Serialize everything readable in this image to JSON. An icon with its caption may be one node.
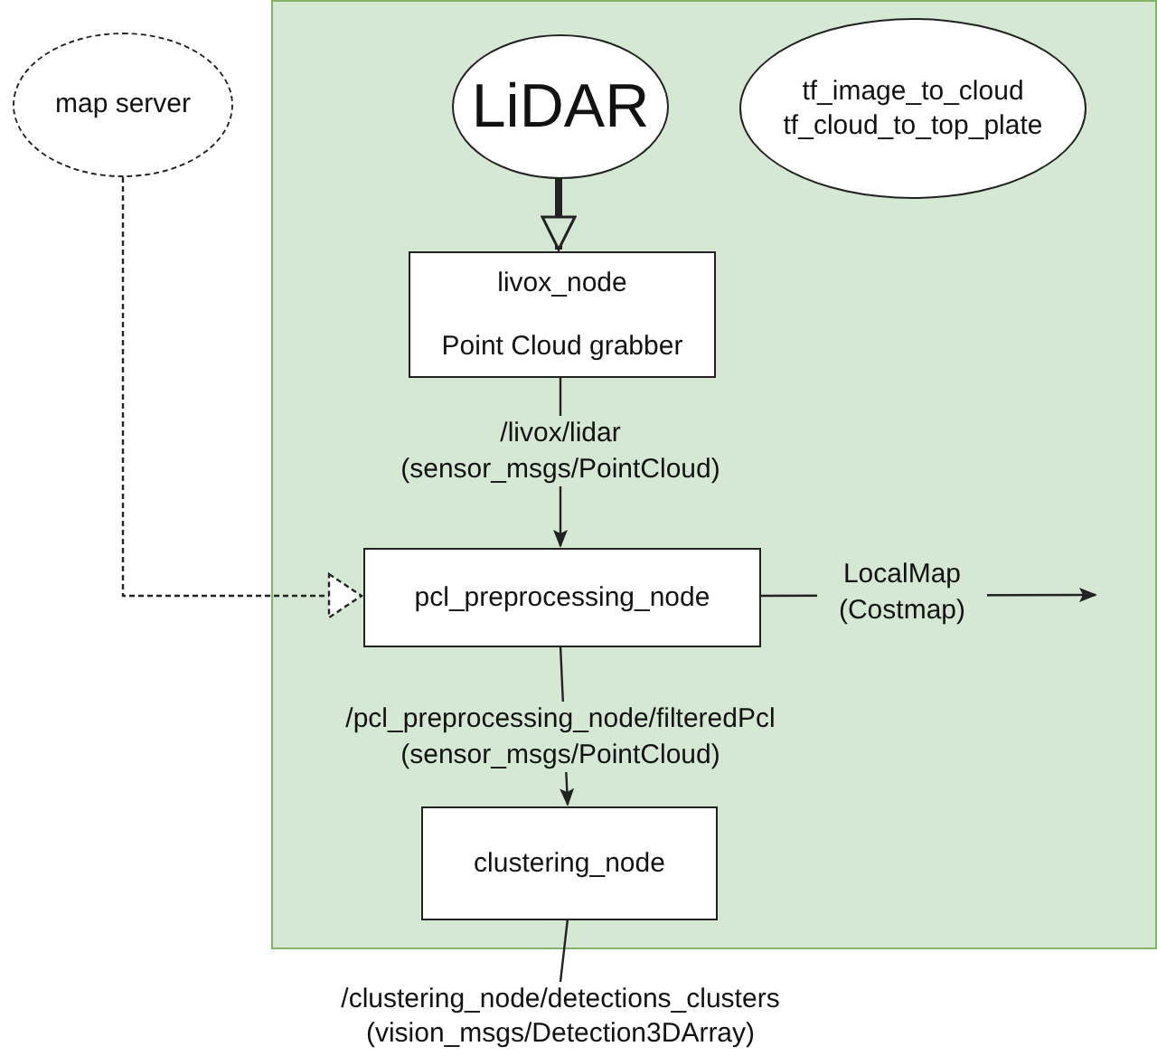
{
  "diagram": {
    "nodes": [
      {
        "text": [],
        "shape": "box"
      },
      {
        "text": [
          "map server"
        ]
      },
      {
        "text": [
          "LiDAR"
        ],
        "in": 0
      },
      {
        "text": [
          "tf_image_to_cloud tf_cloud_to_top_plate"
        ],
        "in": 0
      },
      {
        "text": [
          "livox_node",
          "Point Cloud grabber"
        ],
        "in": 0
      },
      {
        "text": [
          "pcl_preprocessing_node"
        ],
        "in": 0
      },
      {
        "text": [
          "clustering_node"
        ],
        "in": 0
      },
      {
        "text": [
          "/clustering_node/detections_clusters (vision_msgs/Detection3DArray)"
        ]
      }
    ],
    "edges": [
      {
        "from": 2,
        "to": 4,
        "arrow": "to",
        "style": "thick"
      },
      {
        "from": 4,
        "to": 5,
        "arrow": "to",
        "label": "/livox/lidar (sensor_msgs/PointCloud)"
      },
      {
        "from": 1,
        "to": 5,
        "arrow": "to",
        "style": "dashed"
      },
      {
        "from": 5,
        "to": null,
        "arrow": "to",
        "label": "LocalMap (Costmap)"
      },
      {
        "from": 5,
        "to": 6,
        "arrow": "to",
        "label": "/pcl_preprocessing_node/filteredPcl (sensor_msgs/PointCloud)"
      },
      {
        "from": 6,
        "to": 7,
        "arrow": "none"
      }
    ]
  }
}
